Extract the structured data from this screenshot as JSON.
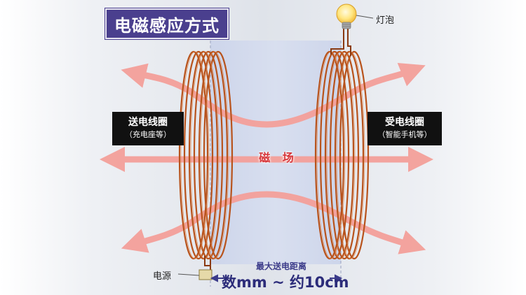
{
  "title": "电磁感应方式",
  "bulb_label": "灯泡",
  "transmitter": {
    "label": "送电线圈",
    "sublabel": "（充电座等）"
  },
  "receiver": {
    "label": "受电线圈",
    "sublabel": "（智能手机等）"
  },
  "field_label": "磁 场",
  "power_label": "电源",
  "distance": {
    "caption": "最大送电距离",
    "value": "数mm ~ 约10cm"
  },
  "colors": {
    "title_bg": "#4a3f8e",
    "arrow": "#f4a09a",
    "coil": "#b8531c",
    "field_text": "#d7363a"
  }
}
